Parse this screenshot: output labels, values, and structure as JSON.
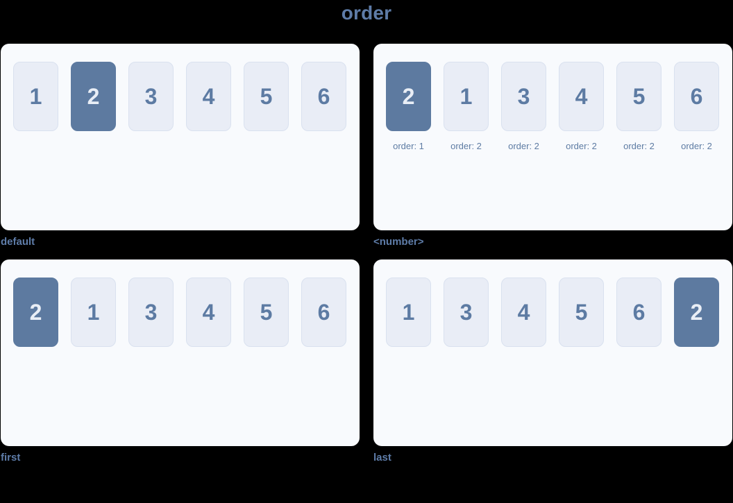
{
  "title": "order",
  "colors": {
    "background": "#000000",
    "panel_background": "#f8fafd",
    "item_background": "#e9edf6",
    "item_border": "#d9e1ef",
    "item_text": "#5d7ba3",
    "highlight_background": "#5d7aa0",
    "highlight_text": "#e9eef6",
    "caption_text": "#5e7ca8"
  },
  "panels": [
    {
      "caption": "default",
      "items": [
        {
          "label": "1",
          "highlight": false
        },
        {
          "label": "2",
          "highlight": true
        },
        {
          "label": "3",
          "highlight": false
        },
        {
          "label": "4",
          "highlight": false
        },
        {
          "label": "5",
          "highlight": false
        },
        {
          "label": "6",
          "highlight": false
        }
      ]
    },
    {
      "caption": "<number>",
      "items": [
        {
          "label": "2",
          "highlight": true,
          "sub": "order: 1"
        },
        {
          "label": "1",
          "highlight": false,
          "sub": "order: 2"
        },
        {
          "label": "3",
          "highlight": false,
          "sub": "order: 2"
        },
        {
          "label": "4",
          "highlight": false,
          "sub": "order: 2"
        },
        {
          "label": "5",
          "highlight": false,
          "sub": "order: 2"
        },
        {
          "label": "6",
          "highlight": false,
          "sub": "order: 2"
        }
      ]
    },
    {
      "caption": "first",
      "items": [
        {
          "label": "2",
          "highlight": true
        },
        {
          "label": "1",
          "highlight": false
        },
        {
          "label": "3",
          "highlight": false
        },
        {
          "label": "4",
          "highlight": false
        },
        {
          "label": "5",
          "highlight": false
        },
        {
          "label": "6",
          "highlight": false
        }
      ]
    },
    {
      "caption": "last",
      "items": [
        {
          "label": "1",
          "highlight": false
        },
        {
          "label": "3",
          "highlight": false
        },
        {
          "label": "4",
          "highlight": false
        },
        {
          "label": "5",
          "highlight": false
        },
        {
          "label": "6",
          "highlight": false
        },
        {
          "label": "2",
          "highlight": true
        }
      ]
    }
  ]
}
